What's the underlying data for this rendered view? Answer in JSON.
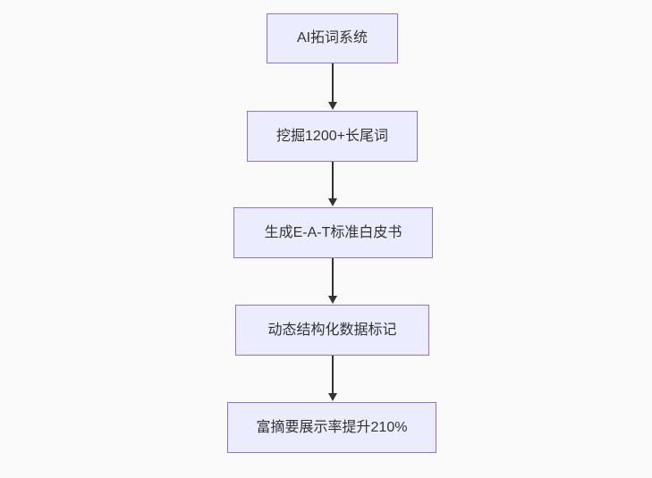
{
  "diagram": {
    "type": "flowchart",
    "direction": "top-down",
    "nodes": [
      {
        "id": "n1",
        "label": "AI拓词系统"
      },
      {
        "id": "n2",
        "label": "挖掘1200+长尾词"
      },
      {
        "id": "n3",
        "label": "生成E-A-T标准白皮书"
      },
      {
        "id": "n4",
        "label": "动态结构化数据标记"
      },
      {
        "id": "n5",
        "label": "富摘要展示率提升210%"
      }
    ],
    "edges": [
      {
        "from": "n1",
        "to": "n2"
      },
      {
        "from": "n2",
        "to": "n3"
      },
      {
        "from": "n3",
        "to": "n4"
      },
      {
        "from": "n4",
        "to": "n5"
      }
    ],
    "colors": {
      "node_fill": "#ececff",
      "node_border": "#9370db",
      "node_text": "#333333",
      "arrow": "#333333",
      "background": "#fafafa"
    }
  }
}
